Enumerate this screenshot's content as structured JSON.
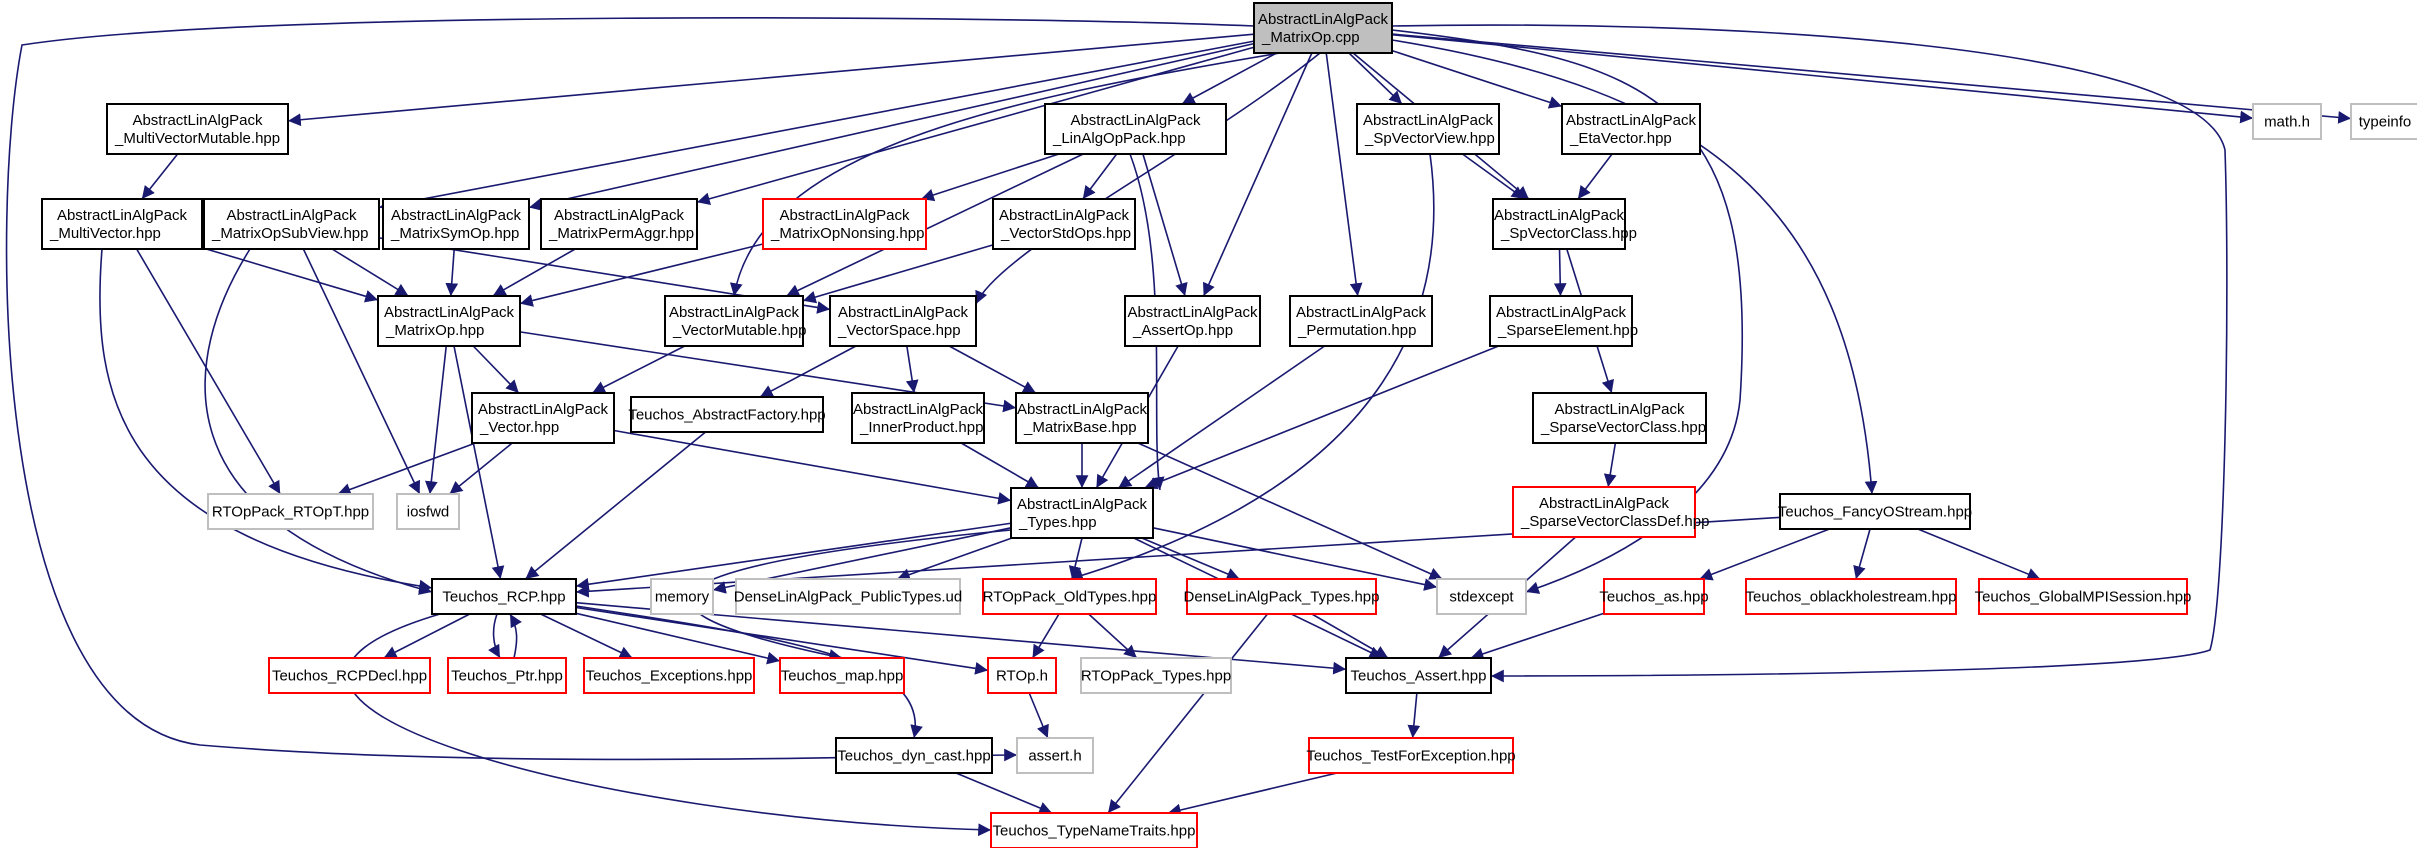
{
  "colors": {
    "edge": "#191970",
    "root_fill": "#bfbfbf",
    "box_border": "#000000",
    "undocumented_border": "#ff0000",
    "external_border": "#bfbfbf"
  },
  "nodes": [
    {
      "id": "root",
      "lines": [
        "AbstractLinAlgPack",
        "_MatrixOp.cpp"
      ],
      "style": "root"
    },
    {
      "id": "mvm",
      "lines": [
        "AbstractLinAlgPack",
        "_MultiVectorMutable.hpp"
      ],
      "style": "default"
    },
    {
      "id": "lao",
      "lines": [
        "AbstractLinAlgPack",
        "_LinAlgOpPack.hpp"
      ],
      "style": "default"
    },
    {
      "id": "spvv",
      "lines": [
        "AbstractLinAlgPack",
        "_SpVectorView.hpp"
      ],
      "style": "default"
    },
    {
      "id": "eta",
      "lines": [
        "AbstractLinAlgPack",
        "_EtaVector.hpp"
      ],
      "style": "default"
    },
    {
      "id": "mathh",
      "lines": [
        "math.h"
      ],
      "style": "external"
    },
    {
      "id": "typeinfo",
      "lines": [
        "typeinfo"
      ],
      "style": "external"
    },
    {
      "id": "mv",
      "lines": [
        "AbstractLinAlgPack",
        "_MultiVector.hpp"
      ],
      "style": "default"
    },
    {
      "id": "mosv",
      "lines": [
        "AbstractLinAlgPack",
        "_MatrixOpSubView.hpp"
      ],
      "style": "default"
    },
    {
      "id": "mso",
      "lines": [
        "AbstractLinAlgPack",
        "_MatrixSymOp.hpp"
      ],
      "style": "default"
    },
    {
      "id": "mpa",
      "lines": [
        "AbstractLinAlgPack",
        "_MatrixPermAggr.hpp"
      ],
      "style": "default"
    },
    {
      "id": "mon",
      "lines": [
        "AbstractLinAlgPack",
        "_MatrixOpNonsing.hpp"
      ],
      "style": "undoc"
    },
    {
      "id": "vso",
      "lines": [
        "AbstractLinAlgPack",
        "_VectorStdOps.hpp"
      ],
      "style": "default"
    },
    {
      "id": "spvc",
      "lines": [
        "AbstractLinAlgPack",
        "_SpVectorClass.hpp"
      ],
      "style": "default"
    },
    {
      "id": "mop",
      "lines": [
        "AbstractLinAlgPack",
        "_MatrixOp.hpp"
      ],
      "style": "default"
    },
    {
      "id": "vm",
      "lines": [
        "AbstractLinAlgPack",
        "_VectorMutable.hpp"
      ],
      "style": "default"
    },
    {
      "id": "vs",
      "lines": [
        "AbstractLinAlgPack",
        "_VectorSpace.hpp"
      ],
      "style": "default"
    },
    {
      "id": "aop",
      "lines": [
        "AbstractLinAlgPack",
        "_AssertOp.hpp"
      ],
      "style": "default"
    },
    {
      "id": "perm",
      "lines": [
        "AbstractLinAlgPack",
        "_Permutation.hpp"
      ],
      "style": "default"
    },
    {
      "id": "se",
      "lines": [
        "AbstractLinAlgPack",
        "_SparseElement.hpp"
      ],
      "style": "default"
    },
    {
      "id": "vec",
      "lines": [
        "AbstractLinAlgPack",
        "_Vector.hpp"
      ],
      "style": "default"
    },
    {
      "id": "taf",
      "lines": [
        "Teuchos_AbstractFactory.hpp"
      ],
      "style": "default"
    },
    {
      "id": "ip",
      "lines": [
        "AbstractLinAlgPack",
        "_InnerProduct.hpp"
      ],
      "style": "default"
    },
    {
      "id": "mb",
      "lines": [
        "AbstractLinAlgPack",
        "_MatrixBase.hpp"
      ],
      "style": "default"
    },
    {
      "id": "svc",
      "lines": [
        "AbstractLinAlgPack",
        "_SparseVectorClass.hpp"
      ],
      "style": "default"
    },
    {
      "id": "rtopt",
      "lines": [
        "RTOpPack_RTOpT.hpp"
      ],
      "style": "external"
    },
    {
      "id": "iosfwd",
      "lines": [
        "iosfwd"
      ],
      "style": "external"
    },
    {
      "id": "types",
      "lines": [
        "AbstractLinAlgPack",
        "_Types.hpp"
      ],
      "style": "default"
    },
    {
      "id": "svcd",
      "lines": [
        "AbstractLinAlgPack",
        "_SparseVectorClassDef.hpp"
      ],
      "style": "undoc"
    },
    {
      "id": "tfos",
      "lines": [
        "Teuchos_FancyOStream.hpp"
      ],
      "style": "default"
    },
    {
      "id": "rcp",
      "lines": [
        "Teuchos_RCP.hpp"
      ],
      "style": "default"
    },
    {
      "id": "memory",
      "lines": [
        "memory"
      ],
      "style": "external"
    },
    {
      "id": "dlapt",
      "lines": [
        "DenseLinAlgPack_PublicTypes.ud"
      ],
      "style": "external"
    },
    {
      "id": "rtopold",
      "lines": [
        "RTOpPack_OldTypes.hpp"
      ],
      "style": "undoc"
    },
    {
      "id": "dlat",
      "lines": [
        "DenseLinAlgPack_Types.hpp"
      ],
      "style": "undoc"
    },
    {
      "id": "stdexcept",
      "lines": [
        "stdexcept"
      ],
      "style": "external"
    },
    {
      "id": "tas",
      "lines": [
        "Teuchos_as.hpp"
      ],
      "style": "undoc"
    },
    {
      "id": "tobs",
      "lines": [
        "Teuchos_oblackholestream.hpp"
      ],
      "style": "undoc"
    },
    {
      "id": "tgmpi",
      "lines": [
        "Teuchos_GlobalMPISession.hpp"
      ],
      "style": "undoc"
    },
    {
      "id": "rcpdecl",
      "lines": [
        "Teuchos_RCPDecl.hpp"
      ],
      "style": "undoc"
    },
    {
      "id": "ptr",
      "lines": [
        "Teuchos_Ptr.hpp"
      ],
      "style": "undoc"
    },
    {
      "id": "exc",
      "lines": [
        "Teuchos_Exceptions.hpp"
      ],
      "style": "undoc"
    },
    {
      "id": "tmap",
      "lines": [
        "Teuchos_map.hpp"
      ],
      "style": "undoc"
    },
    {
      "id": "rtoph",
      "lines": [
        "RTOp.h"
      ],
      "style": "undoc"
    },
    {
      "id": "rtoptypes",
      "lines": [
        "RTOpPack_Types.hpp"
      ],
      "style": "external"
    },
    {
      "id": "tassert",
      "lines": [
        "Teuchos_Assert.hpp"
      ],
      "style": "default"
    },
    {
      "id": "dyncast",
      "lines": [
        "Teuchos_dyn_cast.hpp"
      ],
      "style": "default"
    },
    {
      "id": "asserth",
      "lines": [
        "assert.h"
      ],
      "style": "external"
    },
    {
      "id": "ttfe",
      "lines": [
        "Teuchos_TestForException.hpp"
      ],
      "style": "undoc"
    },
    {
      "id": "ttnt",
      "lines": [
        "Teuchos_TypeNameTraits.hpp"
      ],
      "style": "undoc"
    }
  ]
}
